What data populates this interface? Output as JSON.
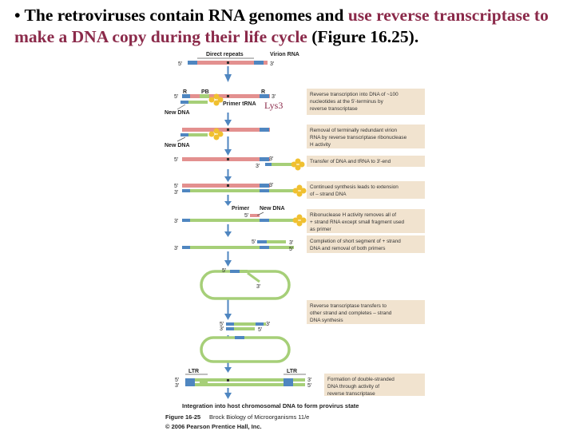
{
  "heading": {
    "bullet": "• ",
    "t1": "The ",
    "t2": "retroviruses",
    "t3": " contain RNA genomes and ",
    "t4": "use ",
    "t5": "reverse transcriptase",
    "t6": " to make a DNA copy during their life cycle ",
    "t7": "(",
    "t8": "Figure 16.25",
    "t9": ")."
  },
  "overlay": {
    "lys3": "Lys3"
  },
  "labels": {
    "direct_repeats": "Direct repeats",
    "virion_rna": "Virion RNA",
    "r_left": "R",
    "pb": "PB",
    "r_right": "R",
    "primer_trna": "Primer tRNA",
    "new_dna_1": "New DNA",
    "new_dna_2": "New DNA",
    "primer": "Primer",
    "new_dna_3": "New DNA",
    "ltr_left": "LTR",
    "ltr_right": "LTR",
    "five_prime": "5′",
    "three_prime": "3′"
  },
  "notes": [
    [
      "Reverse transcription into DNA of ~100",
      "nucleotides at the 5′-terminus by",
      "reverse transcriptase"
    ],
    [
      "Removal of terminally redundant virion",
      "RNA by reverse transcriptase ribonuclease",
      "H activity"
    ],
    [
      "Transfer of DNA and tRNA to 3′-end"
    ],
    [
      "Continued synthesis leads to extension",
      "of – strand DNA"
    ],
    [
      "Ribonuclease H activity removes all of",
      "+ strand RNA except small fragment used",
      "as primer"
    ],
    [
      "Completion of short segment of + strand",
      "DNA and removal of both primers"
    ],
    [
      "Reverse transcriptase transfers to",
      "other strand and completes – strand",
      "DNA synthesis"
    ],
    [
      "Formation of double-stranded",
      "DNA through activity of",
      "reverse transcriptase"
    ]
  ],
  "caption": {
    "integration": "Integration into host chromosomal DNA to form provirus state",
    "figure_ref": "Figure 16-25",
    "book": "Brock Biology of Microorganisms 11/e",
    "copyright": "© 2006 Pearson Prentice Hall, Inc."
  },
  "colors": {
    "rna": "#e3908f",
    "dna": "#a6cf78",
    "blue": "#4f86c0",
    "trna": "#f0c030",
    "note_bg": "#f1e3cf",
    "arrow": "#4f86c0",
    "accent": "#8b2a4a"
  }
}
